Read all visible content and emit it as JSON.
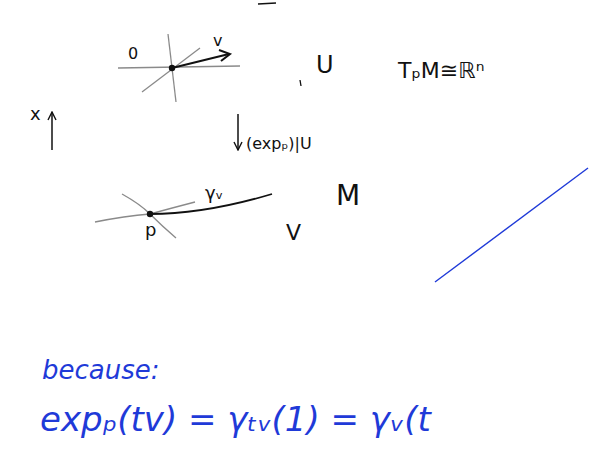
{
  "diagram": {
    "nodes": [
      {
        "text": [
          "TₚM≅ℝⁿ"
        ]
      },
      {
        "text": [
          "0",
          "v",
          "U"
        ],
        "in": 0
      },
      {
        "text": [
          "M"
        ]
      },
      {
        "text": [
          "p",
          "γᵥ",
          "V"
        ],
        "in": 2
      }
    ],
    "edges": [
      {
        "from": 3,
        "to": 1,
        "arrow": "to",
        "label": "x"
      },
      {
        "from": 1,
        "to": 3,
        "arrow": "to",
        "label": "(expₚ)|U"
      }
    ],
    "labels": [
      "because:",
      "expₚ(tv) = γₜᵥ(1) = γᵥ(t"
    ]
  }
}
